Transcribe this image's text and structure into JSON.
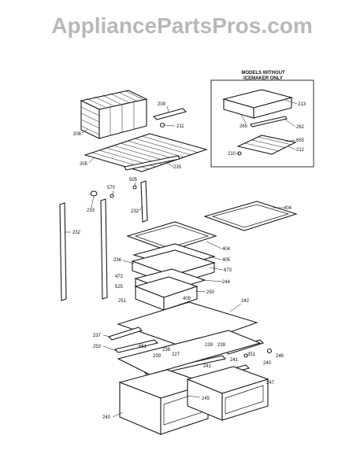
{
  "watermark": "AppliancePartsPros.com",
  "inset": {
    "title_line1": "MODELS WITHOUT",
    "title_line2": "ICEMAKER ONLY"
  },
  "labels": {
    "l206": "206",
    "l209": "209",
    "l211": "211",
    "l205": "205",
    "l235": "235",
    "l213": "213",
    "l265": "265",
    "l262": "262",
    "l655": "655",
    "l210": "210",
    "l212": "212",
    "l570": "570",
    "l505": "505",
    "l233": "233",
    "l232a": "232",
    "l232b": "232",
    "l404a": "404",
    "l404b": "404",
    "l405": "405",
    "l236": "236",
    "l673": "673",
    "l472": "472",
    "l244": "244",
    "l525": "525",
    "l250": "250",
    "l409": "409",
    "l251": "251",
    "l242": "242",
    "l237": "237",
    "l253": "253",
    "l651": "651",
    "l238": "238",
    "l239a": "239",
    "l239b": "239",
    "l239c": "239",
    "l227": "227",
    "l241a": "241",
    "l241b": "241",
    "l351": "351",
    "l240a": "240",
    "l240b": "240",
    "l246": "246",
    "l247": "247",
    "l245": "245"
  }
}
